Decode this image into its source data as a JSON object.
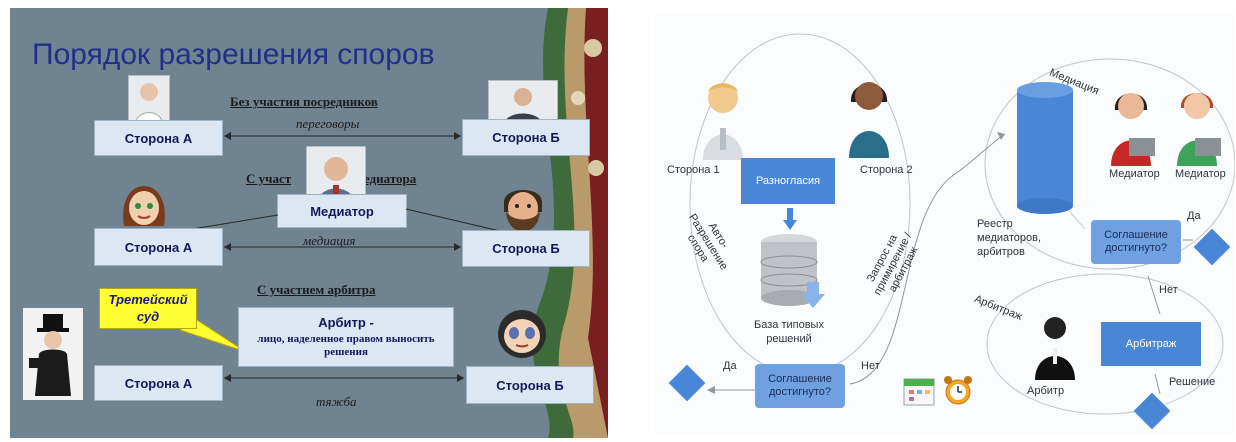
{
  "left": {
    "title": "Порядок разрешения споров",
    "sections": [
      {
        "title": "Без участия посредников",
        "party_a": "Сторона А",
        "party_b": "Сторона Б",
        "process": "переговоры"
      },
      {
        "title_left": "С участ",
        "title_right": "едиатора",
        "party_a": "Сторона А",
        "party_b": "Сторона Б",
        "process": "медиация",
        "third_party": "Медиатор"
      },
      {
        "title": "С участием арбитра",
        "party_a": "Сторона А",
        "party_b": "Сторона Б",
        "process": "тяжба",
        "arbiter_title": "Арбитр -",
        "arbiter_desc": "лицо, наделенное правом выносить решения",
        "callout": "Третейский суд"
      }
    ]
  },
  "right": {
    "mediation_label": "Медиация",
    "party1": "Сторона 1",
    "party2": "Сторона 2",
    "disagreement": "Разногласия",
    "auto_resolution": "Авто-Разрешение спора",
    "request": "Запрос на примирение / арбитраж",
    "db_label": "База типовых решений",
    "registry": "Реестр медиаторов, арбитров",
    "mediator1": "Медиатор",
    "mediator2": "Медиатор",
    "agreement_top": "Соглашение достигнуто?",
    "yes_top": "Да",
    "no_top": "Нет",
    "arbitration_label": "Арбитраж",
    "arbitration_box": "Арбитраж",
    "arbiter": "Арбитр",
    "decision": "Решение",
    "agreement_bottom": "Соглашение достигнуто?",
    "yes_bottom": "Да",
    "no_bottom": "Нет"
  },
  "colors": {
    "slide_bg": "#6f8490",
    "title": "#1f2f8a",
    "box_blue": "#4a86d6",
    "callout": "#ffff33"
  }
}
